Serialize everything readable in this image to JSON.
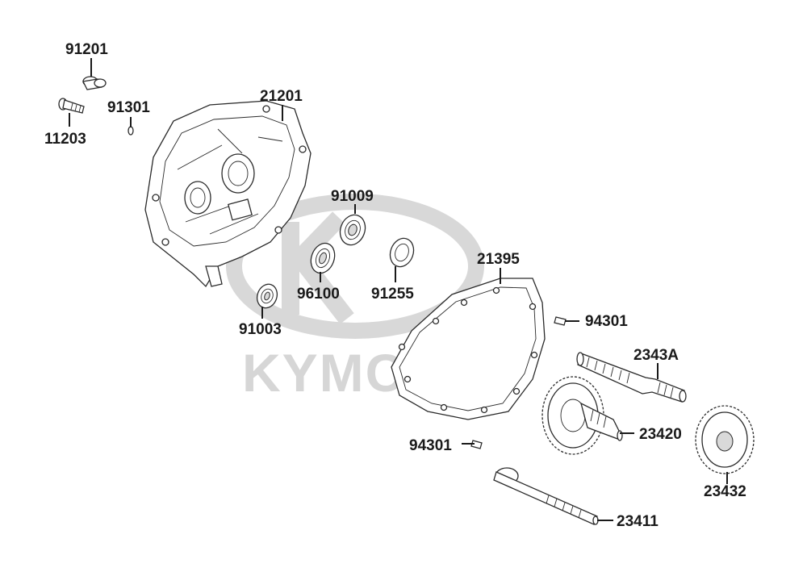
{
  "watermark": {
    "brand_text": "KYMCO"
  },
  "parts": [
    {
      "id": "p91201",
      "number": "91201"
    },
    {
      "id": "p91301",
      "number": "91301"
    },
    {
      "id": "p11203",
      "number": "11203"
    },
    {
      "id": "p21201",
      "number": "21201"
    },
    {
      "id": "p91009",
      "number": "91009"
    },
    {
      "id": "p96100",
      "number": "96100"
    },
    {
      "id": "p91255",
      "number": "91255"
    },
    {
      "id": "p91003",
      "number": "91003"
    },
    {
      "id": "p21395",
      "number": "21395"
    },
    {
      "id": "p94301a",
      "number": "94301"
    },
    {
      "id": "p2343A",
      "number": "2343A"
    },
    {
      "id": "p23420",
      "number": "23420"
    },
    {
      "id": "p94301b",
      "number": "94301"
    },
    {
      "id": "p23432",
      "number": "23432"
    },
    {
      "id": "p23411",
      "number": "23411"
    }
  ],
  "colors": {
    "ink": "#1a1a1a",
    "watermark": "#d6d6d6",
    "background": "#ffffff"
  }
}
